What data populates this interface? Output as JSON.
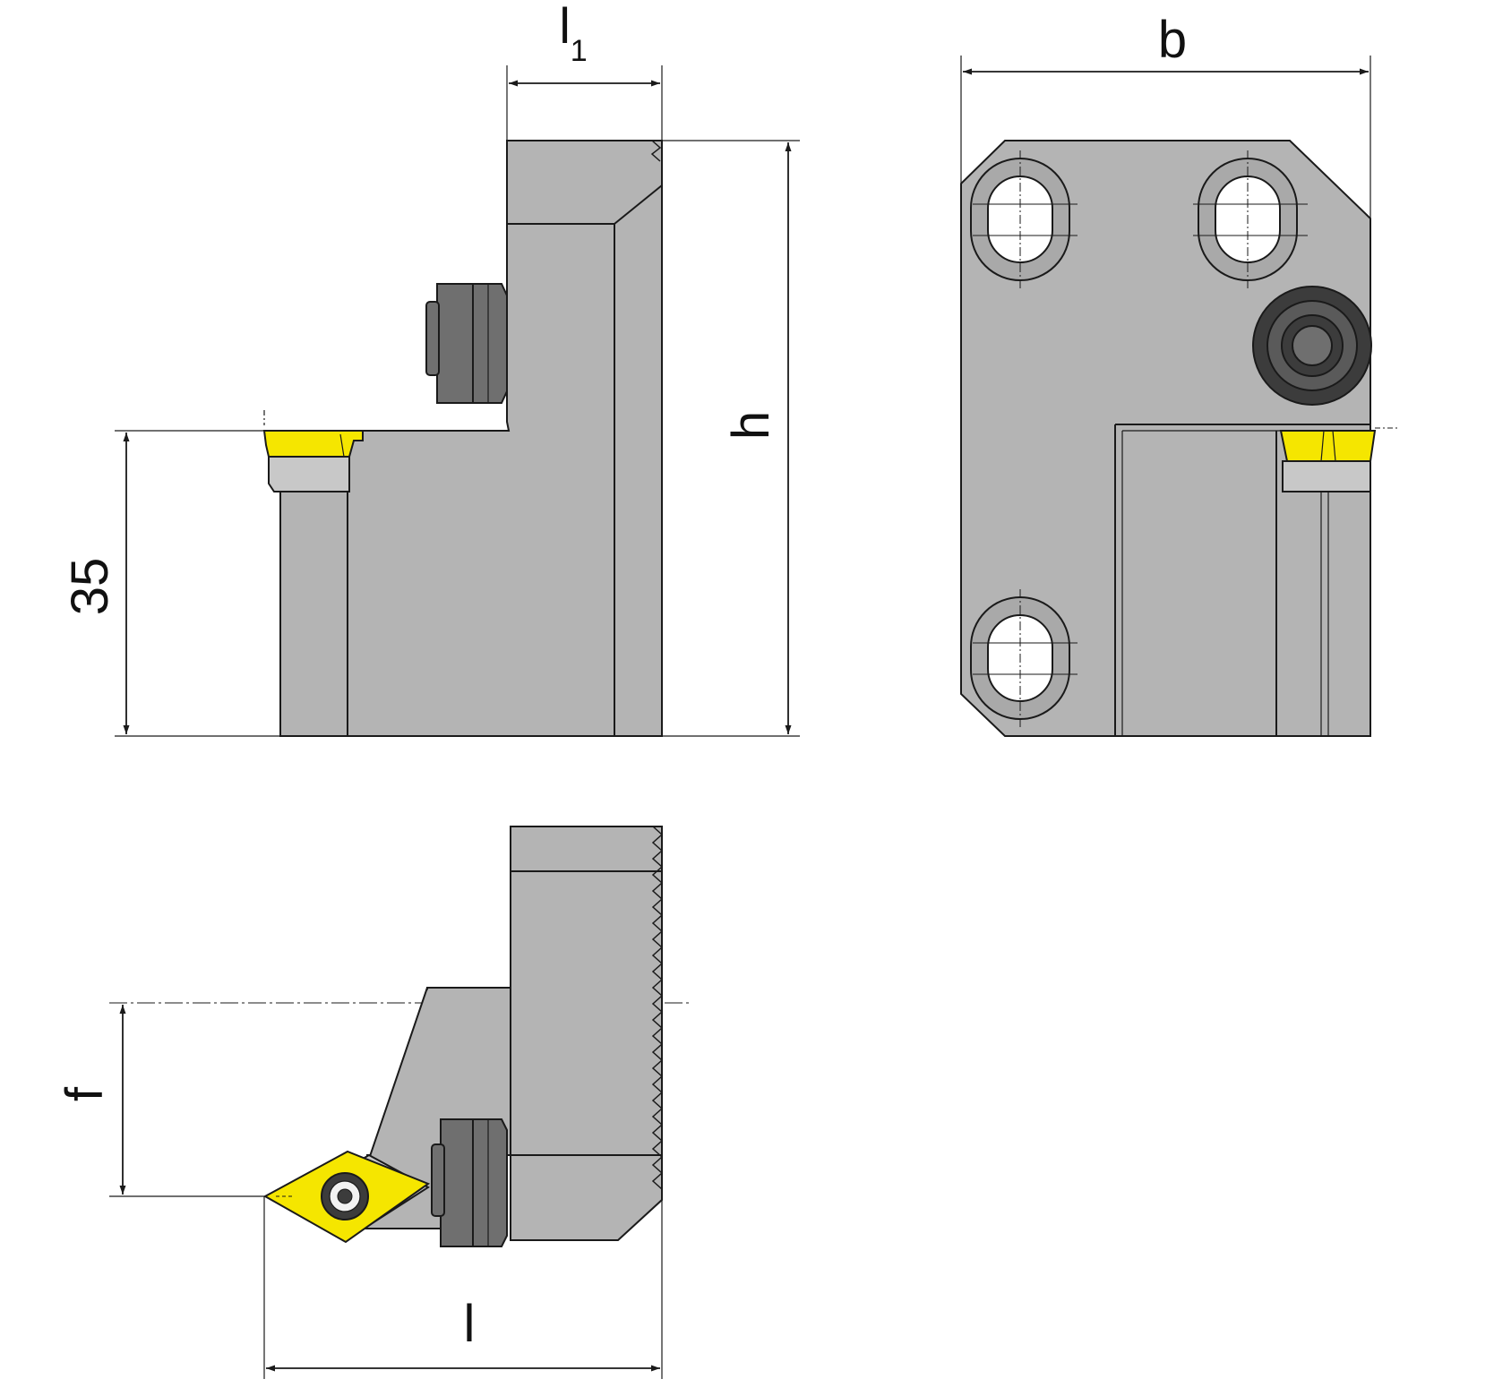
{
  "dimensions": {
    "l1": {
      "main": "l",
      "sub": "1"
    },
    "b": "b",
    "h": "h",
    "height_35": "35",
    "f": "f",
    "l": "l"
  },
  "colors": {
    "body": "#b4b4b4",
    "body_dark": "#a9a9a9",
    "insert": "#f5e600",
    "screw": "#6f6f6f",
    "screw_dark": "#3c3c3c",
    "line": "#1a1a1a"
  }
}
